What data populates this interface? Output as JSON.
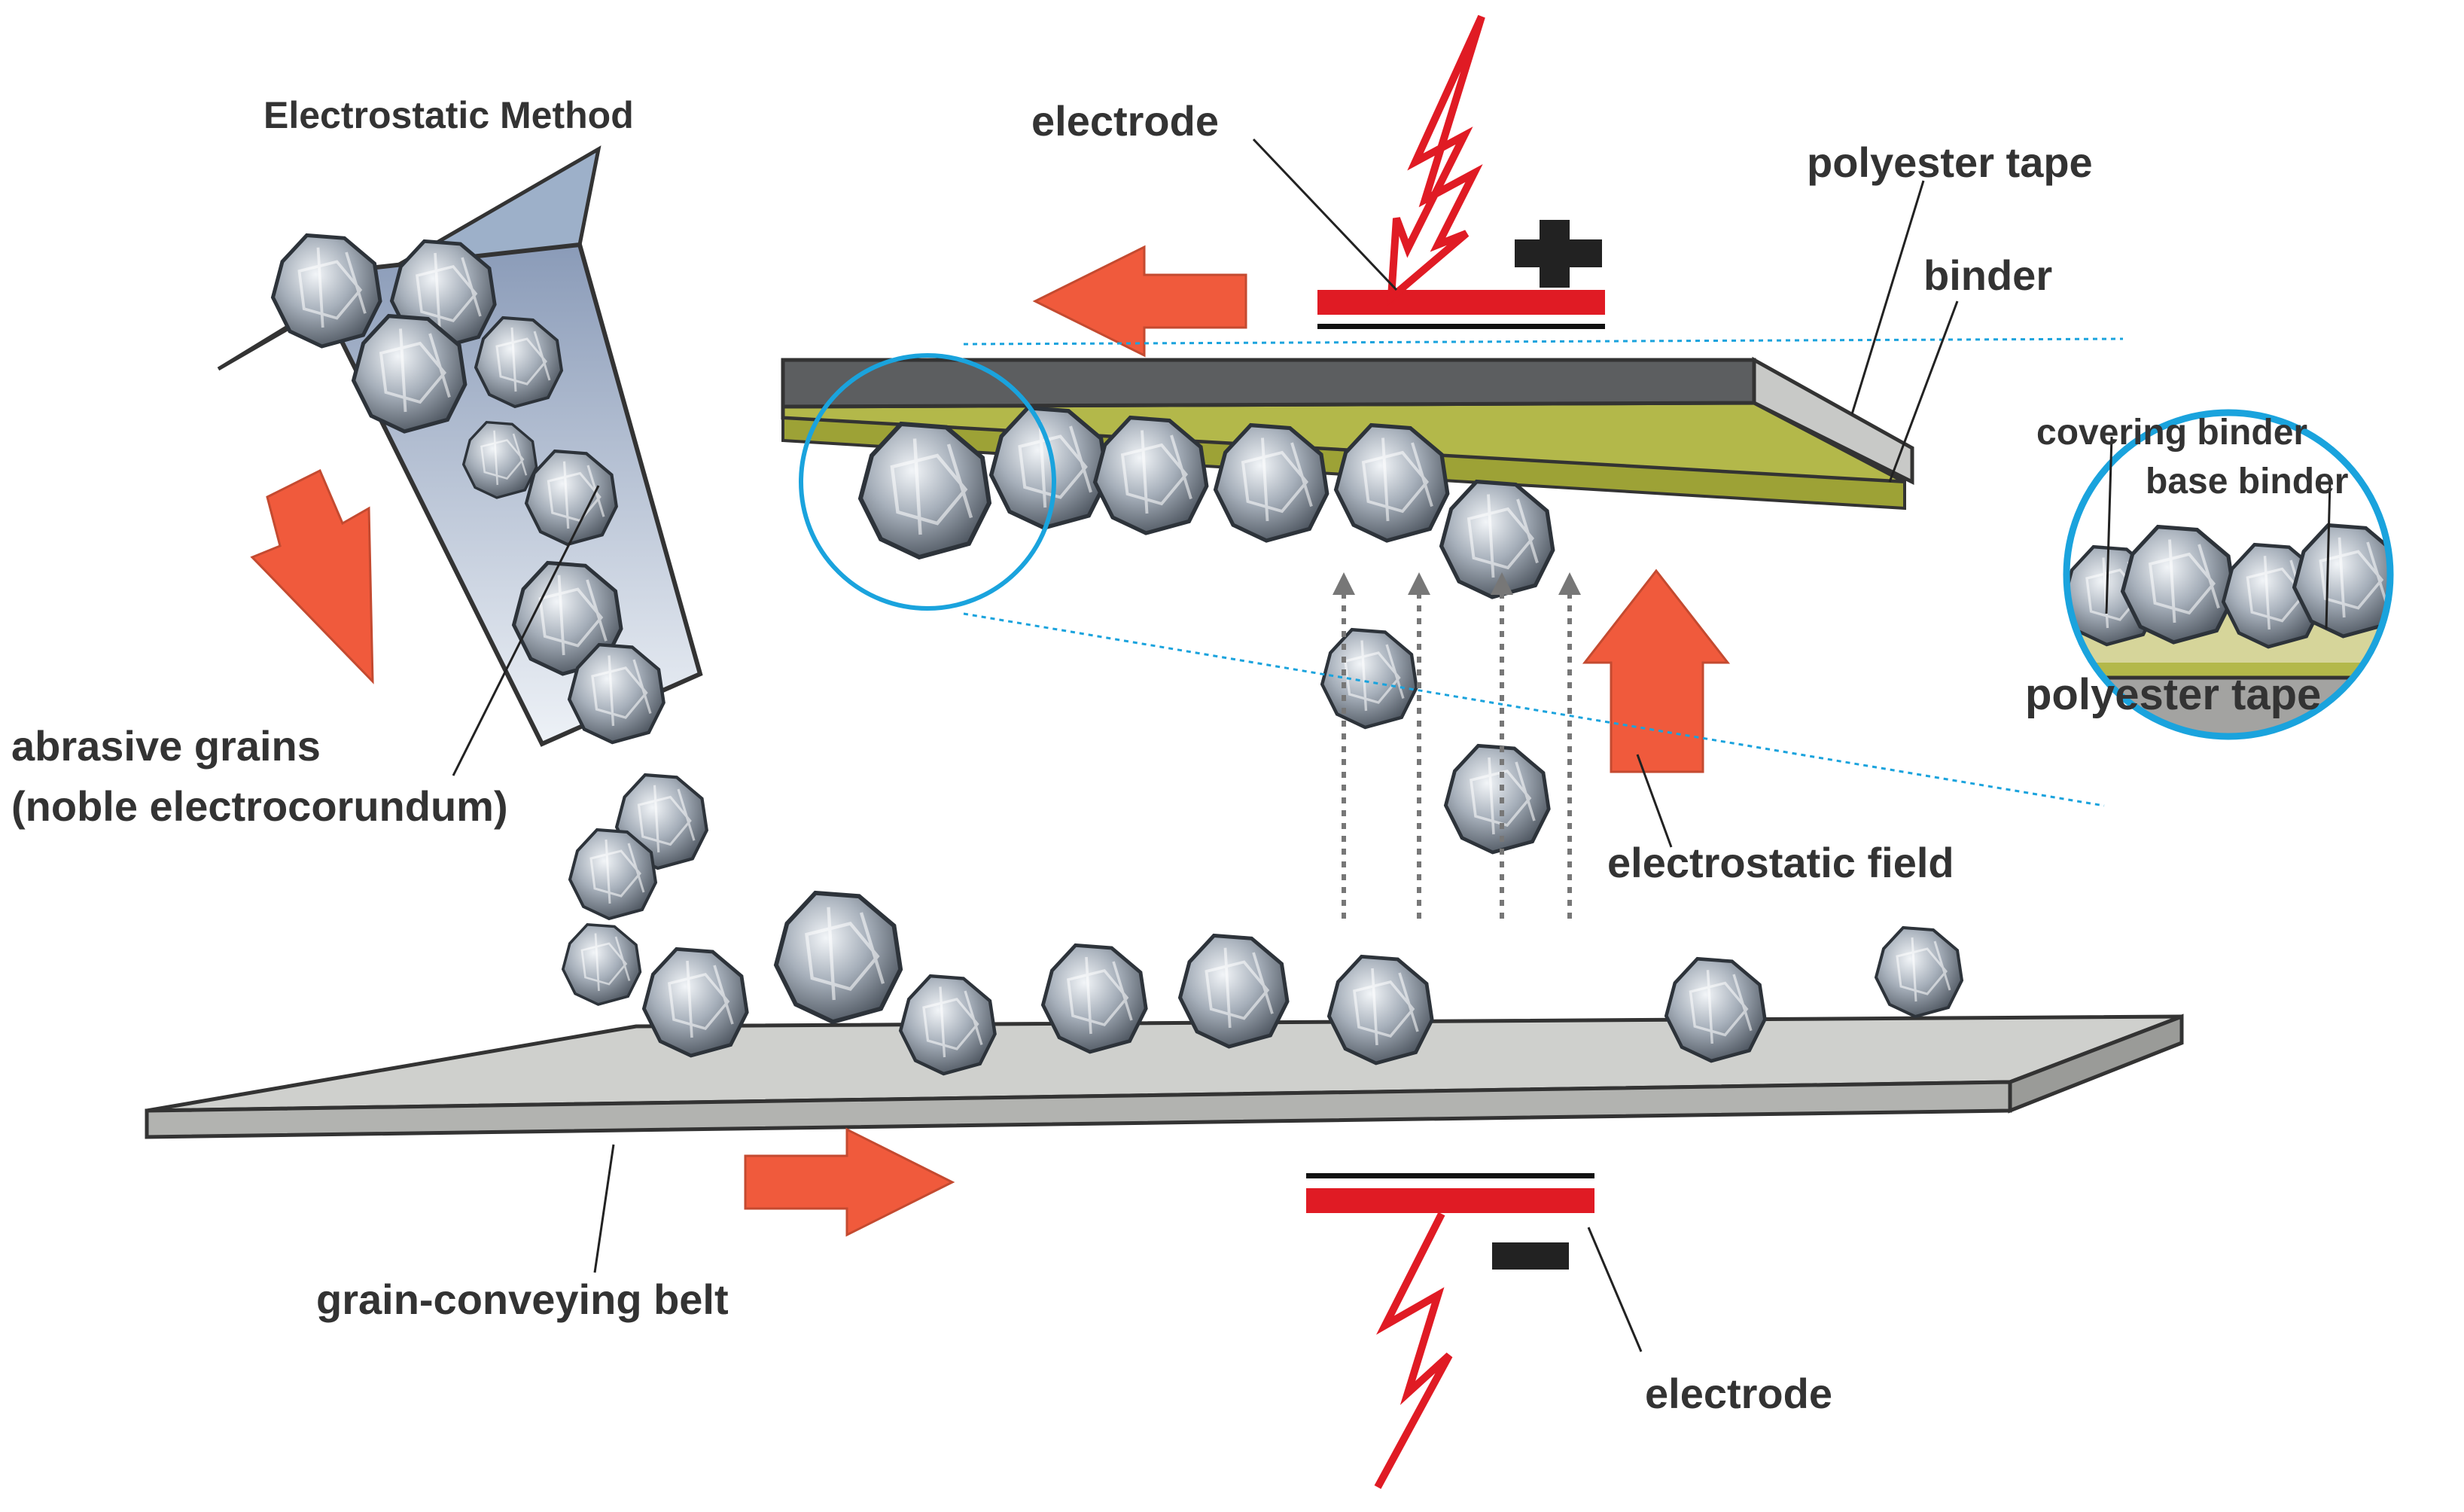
{
  "labels": {
    "title": "Electrostatic Method",
    "electrode_top": "electrode",
    "polyester_tape": "polyester tape",
    "binder": "binder",
    "covering_binder": "covering binder",
    "base_binder": "base binder",
    "inset_polyester_tape": "polyester tape",
    "abrasive_grains_line1": "abrasive grains",
    "abrasive_grains_line2": "(noble electrocorundum)",
    "electrostatic_field": "electrostatic field",
    "grain_conveying_belt": "grain-conveying belt",
    "electrode_bottom": "electrode"
  },
  "symbols": {
    "positive": "+",
    "negative": "−"
  },
  "colors": {
    "arrow": "#f05a3c",
    "electrode": "#e01b24",
    "tape_top": "#5c5e60",
    "binder": "#b3b84a",
    "belt": "#cfd0cd",
    "inset_ring": "#1aa3dd",
    "hopper": "#a9b7cc",
    "grain": "#8c96a3"
  },
  "icons": [
    "lightning-bolt-icon",
    "plus-sign-icon",
    "minus-sign-icon",
    "arrow-icon"
  ]
}
